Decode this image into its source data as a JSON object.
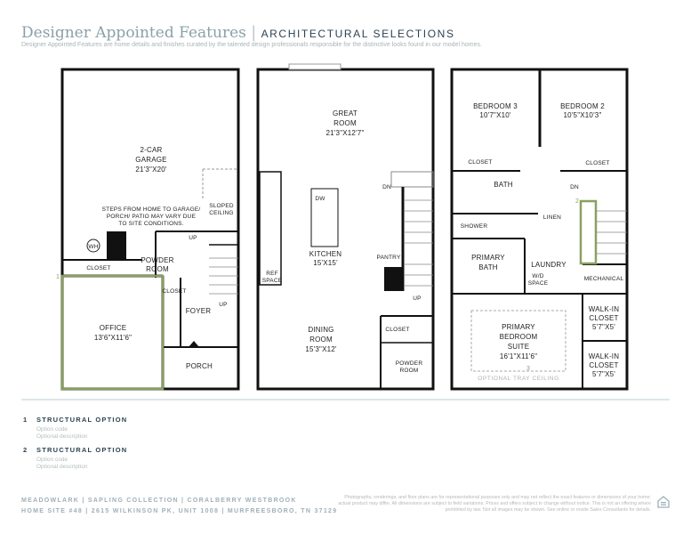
{
  "header": {
    "title": "Designer Appointed Features",
    "separator": "|",
    "subtitle": "ARCHITECTURAL SELECTIONS",
    "description": "Designer Appointed Features are home details and finishes curated by the talented design professionals responsible for the distinctive looks found in our model homes."
  },
  "floor1": {
    "garage": [
      "2-CAR",
      "GARAGE",
      "21'3\"X20'"
    ],
    "note": [
      "STEPS FROM HOME TO GARAGE/",
      "PORCH/ PATIO MAY VARY DUE",
      "TO SITE CONDITIONS."
    ],
    "sloped": [
      "SLOPED",
      "CEILING"
    ],
    "wh": "WH",
    "closet1": "CLOSET",
    "powder": [
      "POWDER",
      "ROOM"
    ],
    "up1": "UP",
    "closet2": "CLOSET",
    "foyer": "FOYER",
    "up2": "UP",
    "office": [
      "OFFICE",
      "13'6\"X11'6\""
    ],
    "porch": "PORCH",
    "option_marker": "1"
  },
  "floor2": {
    "great": [
      "GREAT",
      "ROOM",
      "21'3\"X12'7\""
    ],
    "dw": "DW",
    "kitchen": [
      "KITCHEN",
      "15'X15'"
    ],
    "pantry": "PANTRY",
    "ref": [
      "REF",
      "SPACE"
    ],
    "dn": "DN",
    "up": "UP",
    "dining": [
      "DINING",
      "ROOM",
      "15'3\"X12'"
    ],
    "closet": "CLOSET",
    "powder": [
      "POWDER",
      "ROOM"
    ]
  },
  "floor3": {
    "bed3": [
      "BEDROOM 3",
      "10'7\"X10'"
    ],
    "bed2": [
      "BEDROOM 2",
      "10'5\"X10'3\""
    ],
    "closet_a": "CLOSET",
    "closet_b": "CLOSET",
    "bath": "BATH",
    "dn": "DN",
    "linen": "LINEN",
    "shower": "SHOWER",
    "primary_bath": [
      "PRIMARY",
      "BATH"
    ],
    "laundry": "LAUNDRY",
    "wd": [
      "W/D",
      "SPACE"
    ],
    "mechanical": "MECHANICAL",
    "wic1": [
      "WALK-IN",
      "CLOSET",
      "5'7\"X5'"
    ],
    "wic2": [
      "WALK-IN",
      "CLOSET",
      "5'7\"X5'"
    ],
    "suite": [
      "PRIMARY",
      "BEDROOM",
      "SUITE",
      "16'1\"X11'6\""
    ],
    "tray": "OPTIONAL TRAY CEILING",
    "option_marker_2": "2",
    "option_marker_3": "3"
  },
  "options": [
    {
      "number": "1",
      "title": "STRUCTURAL OPTION",
      "code": "Option code",
      "description": "Optional description"
    },
    {
      "number": "2",
      "title": "STRUCTURAL OPTION",
      "code": "Option code",
      "description": "Optional description"
    }
  ],
  "footer": {
    "line1": "MEADOWLARK  |  SAPLING COLLECTION  |  CORALBERRY WESTBROOK",
    "line2": "HOME SITE #48  |  2615 WILKINSON PK, UNIT 1008  |  MURFREESBORO, TN 37129",
    "disclaimer": "Photographs, renderings, and floor plans are for representational purposes only and may not reflect the exact features or dimensions of your home; actual product may differ. All dimensions are subject to field variations. Prices and offers subject to change without notice. This is not an offering where prohibited by law. Not all images may be shown. See online or onsite Sales Consultants for details.",
    "logo_icon": "equal-housing-opportunity-icon"
  },
  "colors": {
    "option_highlight": "#8aa060",
    "heading": "#2d4250",
    "title": "#8aa0a8"
  }
}
